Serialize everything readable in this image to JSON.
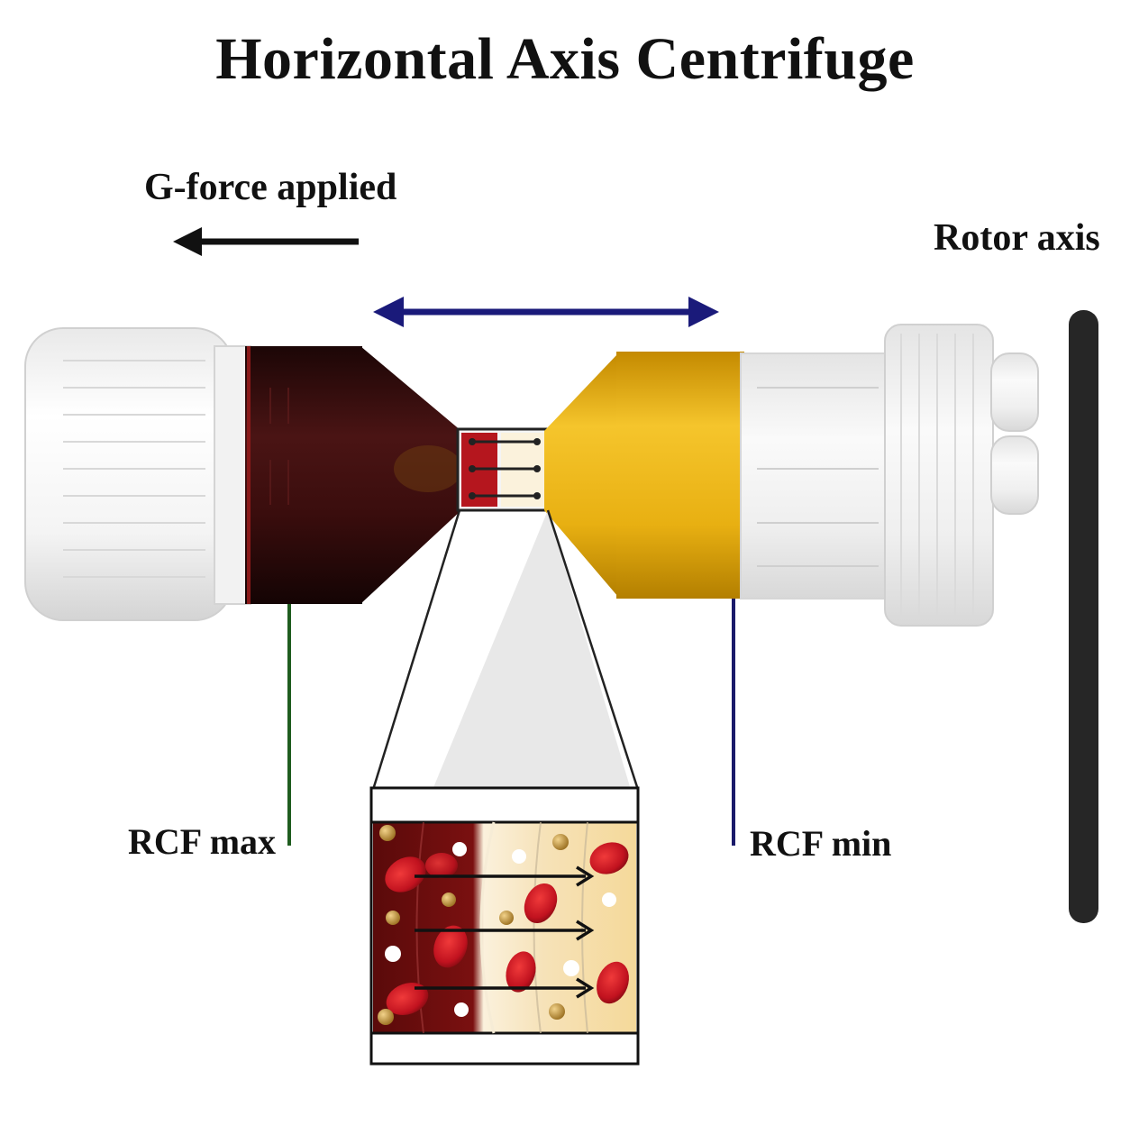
{
  "diagram": {
    "title": "Horizontal Axis Centrifuge",
    "labels": {
      "gforce": "G-force applied",
      "rotor_axis": "Rotor axis",
      "rcf_max": "RCF max",
      "rcf_min": "RCF min"
    },
    "colors": {
      "gforce_arrow": "#111111",
      "transfer_arrow": "#1a1a7a",
      "rcf_max_line": "#1f5c1f",
      "rcf_min_line": "#1a1a6a",
      "rotor_axis_bar": "#262626",
      "blood_syringe": "#3a0d0d",
      "plasma_syringe": "#e2ad12",
      "red_cell": "#c1121f",
      "platelet": "#c99a3c"
    }
  }
}
